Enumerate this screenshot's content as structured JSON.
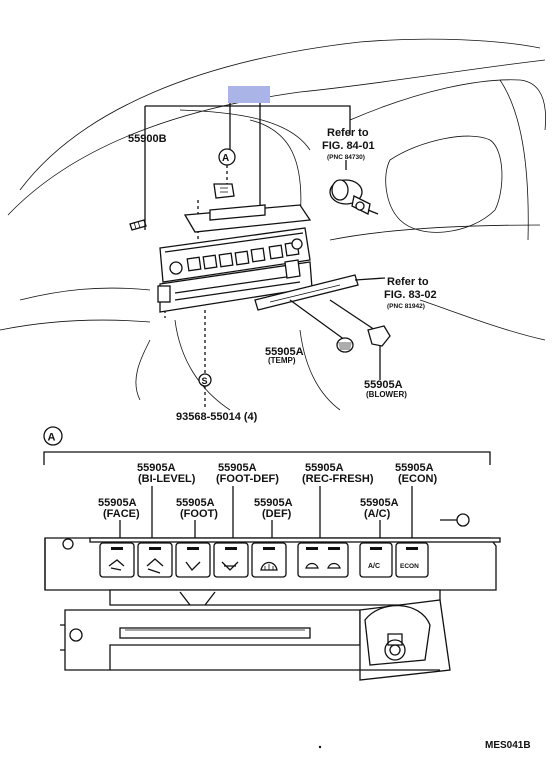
{
  "colors": {
    "ink": "#111111",
    "callout_box": "#aab4e6",
    "background": "#ffffff"
  },
  "upper": {
    "part_55900B": "55900B",
    "refer_1": {
      "line1": "Refer to",
      "line2": "FIG. 84-01",
      "pnc": "(PNC 84730)"
    },
    "refer_2": {
      "line1": "Refer to",
      "line2": "FIG. 83-02",
      "pnc": "(PNC 81942)"
    },
    "temp": {
      "code": "55905A",
      "sub": "(TEMP)"
    },
    "blower": {
      "code": "55905A",
      "sub": "(BLOWER)"
    },
    "screw": {
      "code": "93568-55014 (4)",
      "marker": "S"
    },
    "callout_a": "A"
  },
  "detail": {
    "marker": "A",
    "labels": [
      {
        "code": "55905A",
        "sub": "(BI-LEVEL)"
      },
      {
        "code": "55905A",
        "sub": "(FOOT-DEF)"
      },
      {
        "code": "55905A",
        "sub": "(REC-FRESH)"
      },
      {
        "code": "55905A",
        "sub": "(ECON)"
      },
      {
        "code": "55905A",
        "sub": "(FACE)"
      },
      {
        "code": "55905A",
        "sub": "(FOOT)"
      },
      {
        "code": "55905A",
        "sub": "(DEF)"
      },
      {
        "code": "55905A",
        "sub": "(A/C)"
      }
    ],
    "button_text": {
      "ac": "A/C",
      "econ": "ECON"
    }
  },
  "footer_code": "MES041B"
}
